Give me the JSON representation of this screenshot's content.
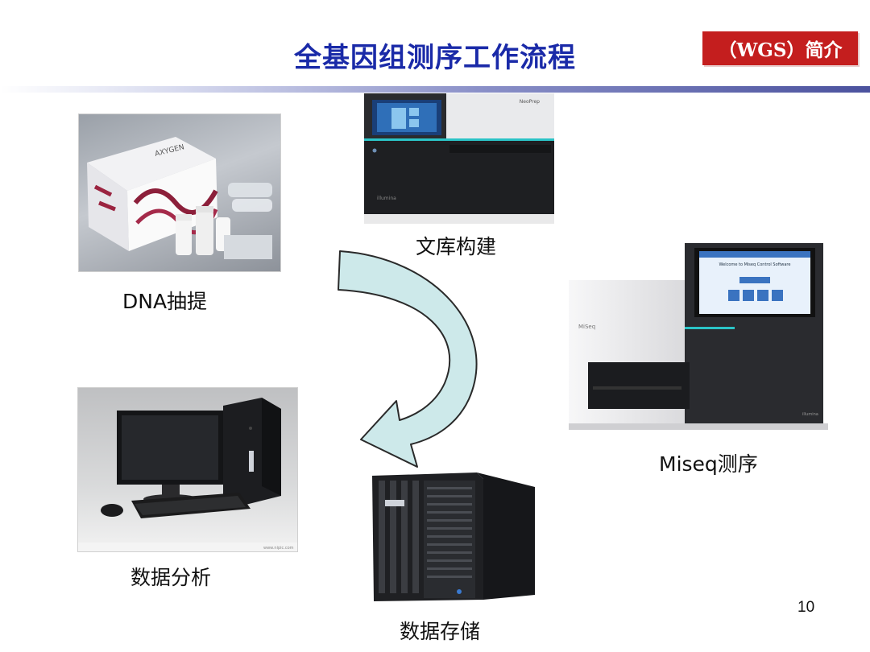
{
  "slide": {
    "title": "全基因组测序工作流程",
    "badge": "（WGS）简介",
    "page_number": "10"
  },
  "steps": {
    "dna_extraction": {
      "caption": "DNA抽提",
      "box_text": "AXYGEN"
    },
    "library_prep": {
      "caption": "文库构建",
      "device_text": "NeoPrep",
      "brand": "illumina"
    },
    "sequencing": {
      "caption": "Miseq测序",
      "screen_text": "Welcome to Miseq Control Software",
      "device_text": "MiSeq",
      "brand": "illumina"
    },
    "data_storage": {
      "caption": "数据存储"
    },
    "data_analysis": {
      "caption": "数据分析",
      "watermark": "www.nipic.com"
    }
  },
  "colors": {
    "title": "#1a2aa8",
    "badge_bg": "#c41e1e",
    "arrow_fill": "#cde9ea",
    "arrow_stroke": "#2a2a2a",
    "accent_teal": "#2bc4c7"
  }
}
